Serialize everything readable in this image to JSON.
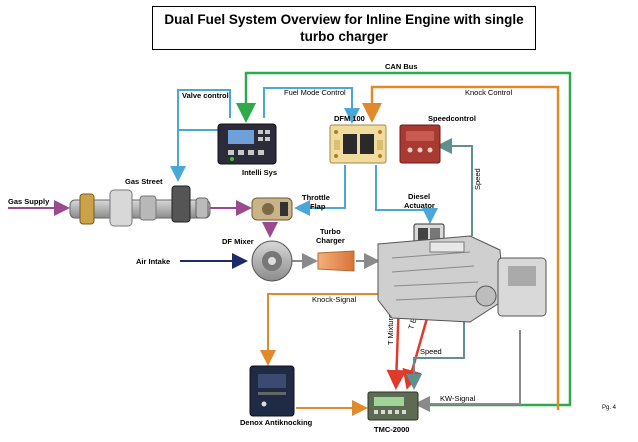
{
  "title": "Dual Fuel System Overview for Inline Engine with single turbo charger",
  "labels": {
    "can_bus": "CAN Bus",
    "valve_control": "Valve control",
    "fuel_mode_control": "Fuel Mode Control",
    "knock_control": "Knock Control",
    "dfm100": "DFM 100",
    "speedcontrol": "Speedcontrol",
    "intelli_sys": "Intelli Sys",
    "gas_street": "Gas Street",
    "gas_supply": "Gas Supply",
    "throttle_flap": "Throttle\nFlap",
    "diesel_actuator": "Diesel\nActuator",
    "speed_vertical": "Speed",
    "df_mixer": "DF Mixer",
    "turbo_charger": "Turbo\nCharger",
    "air_intake": "Air Intake",
    "knock_signal": "Knock-Signal",
    "t_mixture": "T Mixture",
    "t_exhaust": "T Exhaust",
    "speed_bottom": "Speed",
    "kw_signal": "KW-Signal",
    "denox": "Denox Antiknocking",
    "tmc2000": "TMC-2000",
    "page": "Pg. 4"
  },
  "colors": {
    "green": "#2eaa4a",
    "orange": "#e08a2c",
    "lightblue": "#4aa8d8",
    "teal": "#5f8f8f",
    "purple": "#9b4a8f",
    "navy": "#1f2a6b",
    "red": "#e03a2a",
    "gray": "#8a8a8a"
  }
}
